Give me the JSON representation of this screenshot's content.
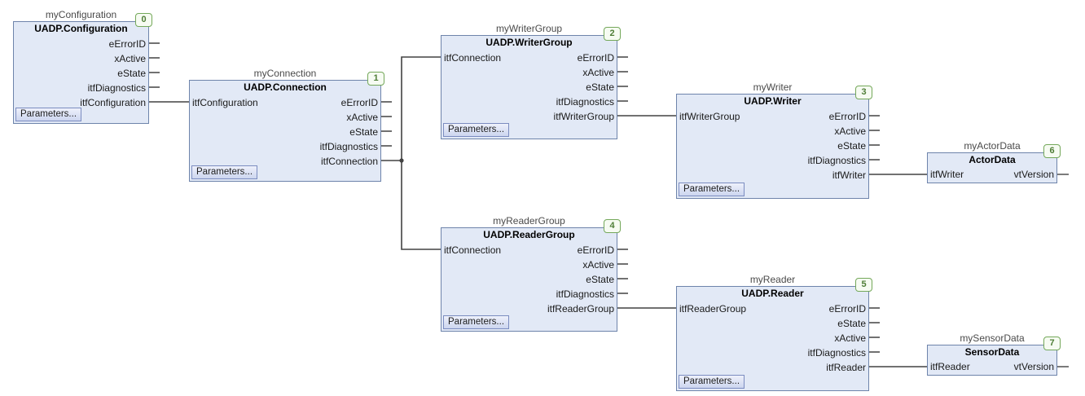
{
  "canvas": {
    "kind": "fbd-network"
  },
  "colors": {
    "block_fill": "#e2e9f6",
    "block_border": "#6e84ab",
    "badge_border": "#74a85a",
    "badge_text": "#4e7d36",
    "wire": "#424242",
    "instance_label": "#4a4a4a"
  },
  "blocks": [
    {
      "instance": "myConfiguration",
      "type_label": "UADP.Configuration",
      "badge": "0",
      "button": "Parameters...",
      "rows": [
        {
          "right": "eErrorID"
        },
        {
          "right": "xActive"
        },
        {
          "right": "eState"
        },
        {
          "right": "itfDiagnostics"
        },
        {
          "right": "itfConfiguration"
        }
      ]
    },
    {
      "instance": "myConnection",
      "type_label": "UADP.Connection",
      "badge": "1",
      "button": "Parameters...",
      "rows": [
        {
          "left": "itfConfiguration",
          "right": "eErrorID"
        },
        {
          "right": "xActive"
        },
        {
          "right": "eState"
        },
        {
          "right": "itfDiagnostics"
        },
        {
          "right": "itfConnection"
        }
      ]
    },
    {
      "instance": "myWriterGroup",
      "type_label": "UADP.WriterGroup",
      "badge": "2",
      "button": "Parameters...",
      "rows": [
        {
          "left": "itfConnection",
          "right": "eErrorID"
        },
        {
          "right": "xActive"
        },
        {
          "right": "eState"
        },
        {
          "right": "itfDiagnostics"
        },
        {
          "right": "itfWriterGroup"
        }
      ]
    },
    {
      "instance": "myWriter",
      "type_label": "UADP.Writer",
      "badge": "3",
      "button": "Parameters...",
      "rows": [
        {
          "left": "itfWriterGroup",
          "right": "eErrorID"
        },
        {
          "right": "xActive"
        },
        {
          "right": "eState"
        },
        {
          "right": "itfDiagnostics"
        },
        {
          "right": "itfWriter"
        }
      ]
    },
    {
      "instance": "myReaderGroup",
      "type_label": "UADP.ReaderGroup",
      "badge": "4",
      "button": "Parameters...",
      "rows": [
        {
          "left": "itfConnection",
          "right": "eErrorID"
        },
        {
          "right": "xActive"
        },
        {
          "right": "eState"
        },
        {
          "right": "itfDiagnostics"
        },
        {
          "right": "itfReaderGroup"
        }
      ]
    },
    {
      "instance": "myReader",
      "type_label": "UADP.Reader",
      "badge": "5",
      "button": "Parameters...",
      "rows": [
        {
          "left": "itfReaderGroup",
          "right": "eErrorID"
        },
        {
          "right": "eState"
        },
        {
          "right": "xActive"
        },
        {
          "right": "itfDiagnostics"
        },
        {
          "right": "itfReader"
        }
      ]
    },
    {
      "instance": "myActorData",
      "type_label": "ActorData",
      "badge": "6",
      "rows": [
        {
          "left": "itfWriter",
          "right": "vtVersion"
        }
      ]
    },
    {
      "instance": "mySensorData",
      "type_label": "SensorData",
      "badge": "7",
      "rows": [
        {
          "left": "itfReader",
          "right": "vtVersion"
        }
      ]
    }
  ]
}
